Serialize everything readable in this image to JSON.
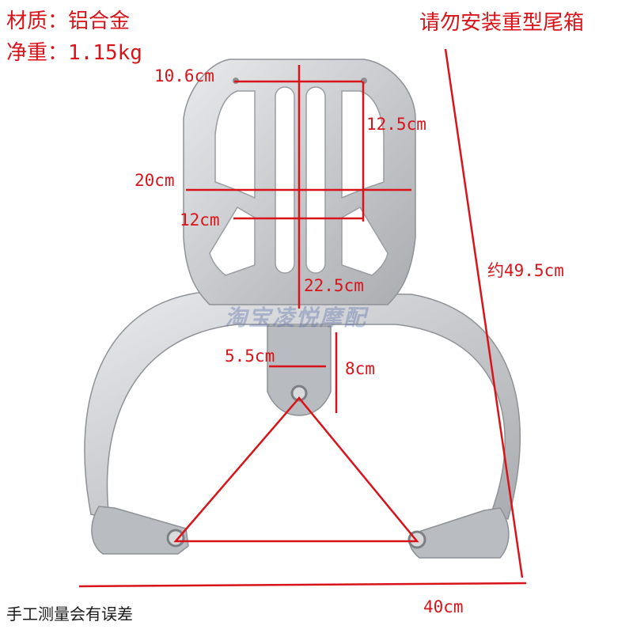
{
  "info": {
    "material": "材质：铝合金",
    "weight": "净重：1.15kg",
    "warning": "请勿安装重型尾箱",
    "note": "手工测量会有误差"
  },
  "watermark": "淘宝凌悦摩配",
  "dimensions": {
    "top_width": "10.6cm",
    "upper_height": "12.5cm",
    "frame_width": "20cm",
    "lower_width": "12cm",
    "frame_height": "22.5cm",
    "tab_width": "5.5cm",
    "tab_height": "8cm",
    "overall_length": "约49.5cm",
    "overall_width": "40cm"
  },
  "colors": {
    "annotation": "#d8141a",
    "metal": "#c9cbce",
    "background": "#ffffff"
  }
}
